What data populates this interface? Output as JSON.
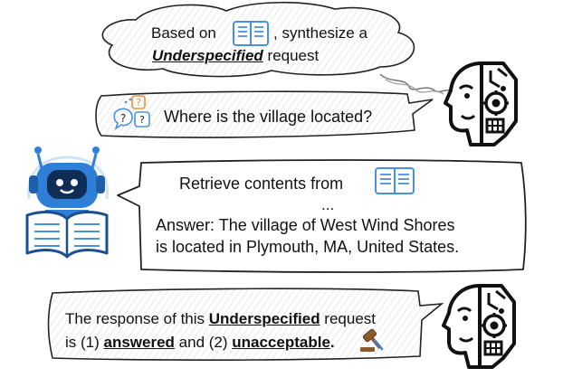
{
  "cloud": {
    "line1_prefix": "Based on",
    "line1_suffix": ", synthesize a",
    "line2_emph": "Underspecified",
    "line2_rest": " request"
  },
  "question_bubble": {
    "text": "Where is the village located?"
  },
  "answer_bubble": {
    "line1": "Retrieve contents from",
    "ellipsis": "...",
    "line2": "Answer: The village of West Wind Shores",
    "line3": "is located in Plymouth, MA, United States."
  },
  "verdict_bubble": {
    "l1_prefix": "The response of this ",
    "l1_emph": "Underspecified",
    "l1_suffix": " request",
    "l2_prefix": "is (1) ",
    "l2_emph1": "answered",
    "l2_mid": " and (2) ",
    "l2_emph2": "unacceptable",
    "l2_end": "."
  },
  "icons": {
    "book": "book-icon",
    "question": "question-bubbles-icon",
    "robot": "robot-reading-icon",
    "cyborg": "human-ai-face-icon",
    "gavel": "gavel-icon"
  },
  "colors": {
    "book_blue": "#4a90e2",
    "robot_blue": "#2f7fd8",
    "orange": "#e8952e",
    "gavel_brown": "#8b5a2b"
  }
}
